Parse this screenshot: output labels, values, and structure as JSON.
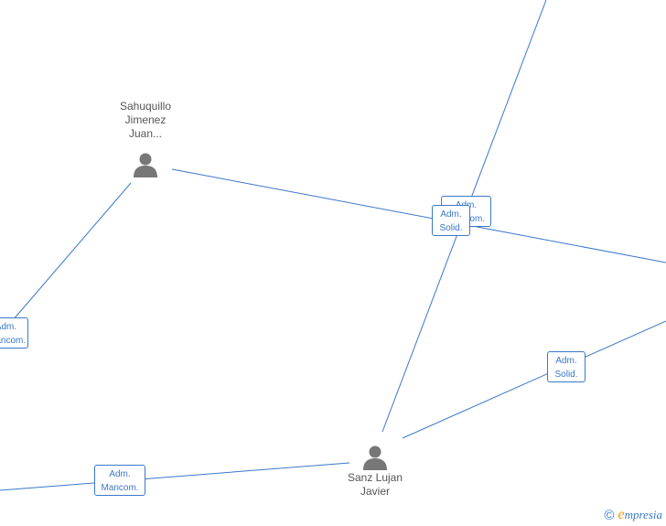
{
  "nodes": {
    "sahuquillo": {
      "lines": [
        "Sahuquillo",
        "Jimenez",
        "Juan..."
      ]
    },
    "sanz": {
      "lines": [
        "Sanz Lujan",
        "Javier"
      ]
    }
  },
  "relations": {
    "top_mancom": {
      "lines": [
        "Adm.",
        "Mancom."
      ]
    },
    "top_solid": {
      "lines": [
        "Adm.",
        "Solid."
      ]
    },
    "left_mancom": {
      "lines": [
        "Adm.",
        "Mancom."
      ]
    },
    "right_solid": {
      "lines": [
        "Adm.",
        "Solid."
      ]
    },
    "bottom_mancom": {
      "lines": [
        "Adm.",
        "Mancom."
      ]
    }
  },
  "brand": {
    "copyright": "©",
    "initial": "e",
    "name": "mpresia"
  },
  "colors": {
    "edge": "#3a78c8",
    "node_text": "#555555",
    "icon": "#777777",
    "brand_accent": "#f39200"
  }
}
